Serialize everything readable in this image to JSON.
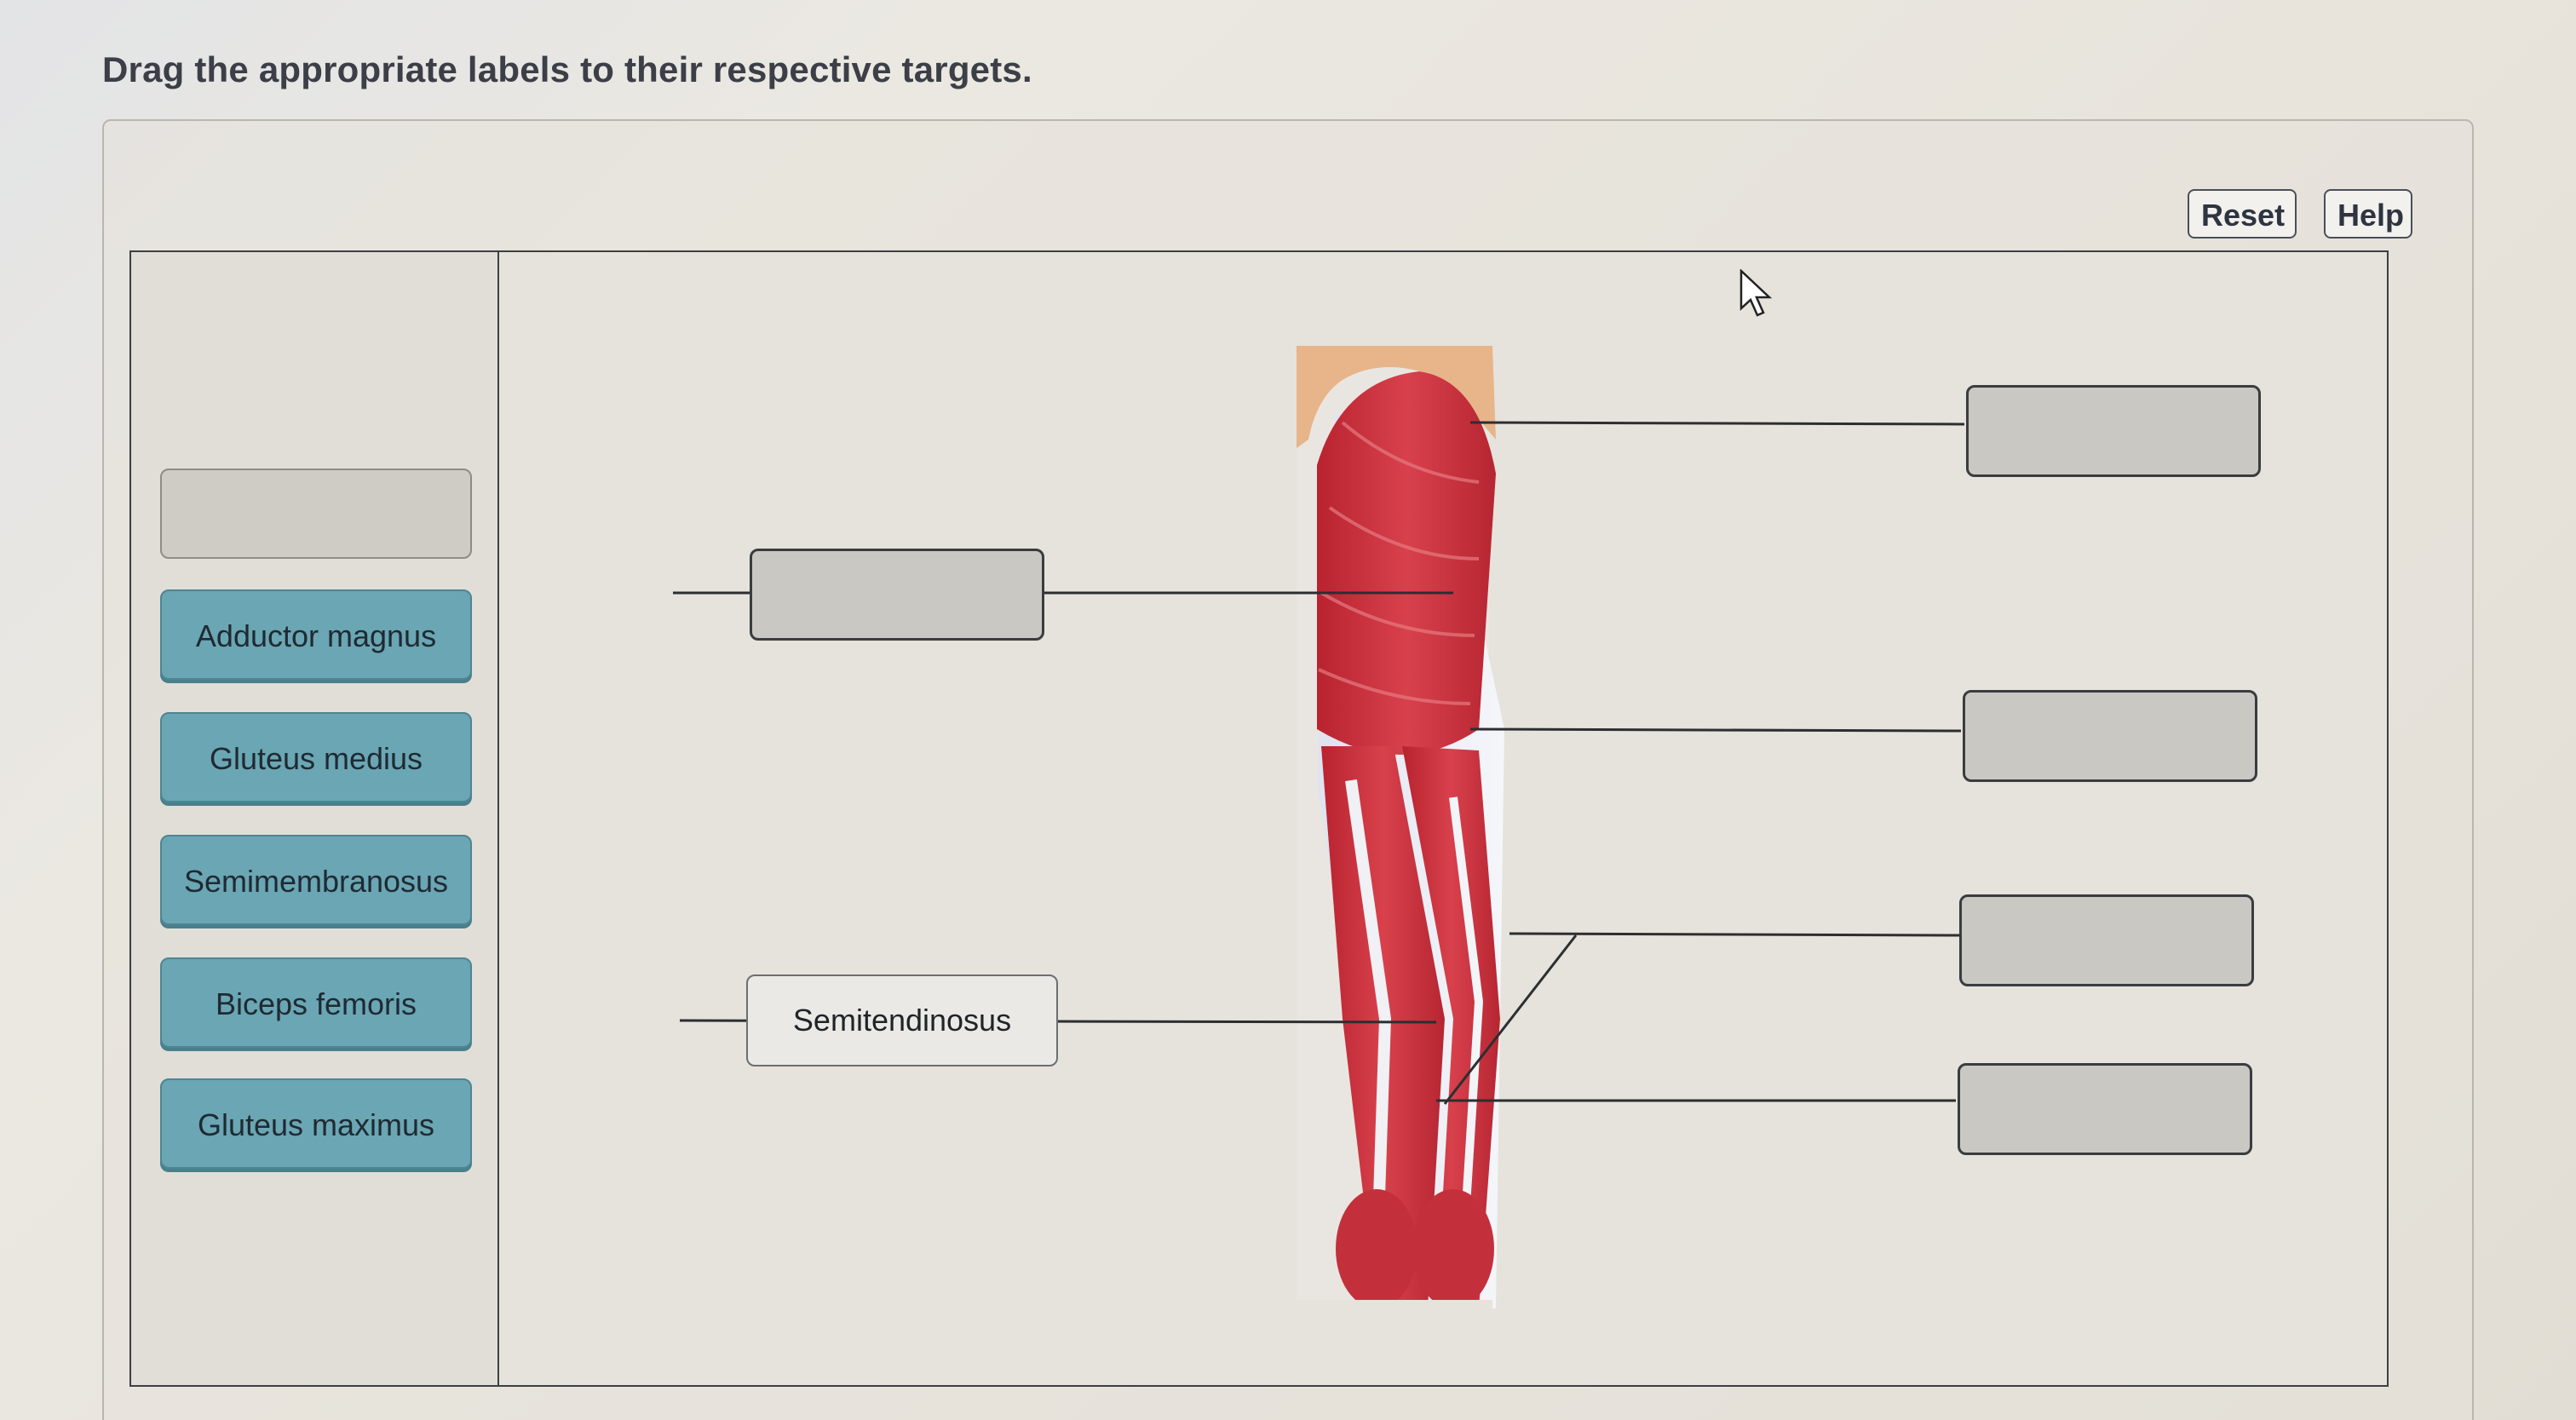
{
  "instruction": "Drag the appropriate labels to their respective targets.",
  "toolbar": {
    "reset_label": "Reset",
    "help_label": "Help"
  },
  "palette": {
    "labels": [
      "Adductor magnus",
      "Gluteus medius",
      "Semimembranosus",
      "Biceps femoris",
      "Gluteus maximus"
    ]
  },
  "targets": {
    "left_upper": "",
    "left_lower": "Semitendinosus",
    "right_1": "",
    "right_2": "",
    "right_3": "",
    "right_4": ""
  },
  "colors": {
    "label_fill": "#6aa6b3",
    "target_fill": "#cac8c3",
    "muscle_red": "#c8323e"
  },
  "icons": {
    "cursor": "mouse-pointer-icon"
  }
}
